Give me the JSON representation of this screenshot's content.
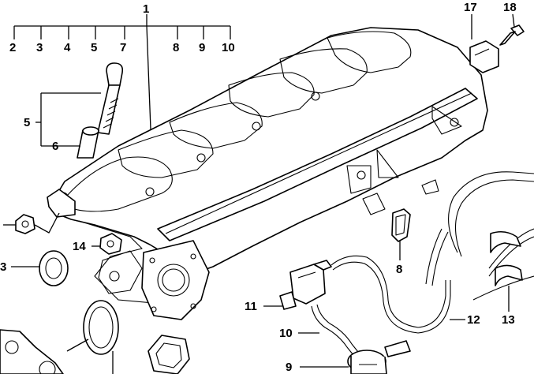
{
  "diagram": {
    "callouts": {
      "n1": "1",
      "n2": "2",
      "n3a": "3",
      "n3b": "3",
      "n4": "4",
      "n5a": "5",
      "n5b": "5",
      "n6": "6",
      "n7": "7",
      "n8a": "8",
      "n8b": "8",
      "n9a": "9",
      "n9b": "9",
      "n10a": "10",
      "n10b": "10",
      "n11": "11",
      "n12": "12",
      "n13": "13",
      "n14": "14",
      "n17": "17",
      "n18": "18"
    }
  }
}
